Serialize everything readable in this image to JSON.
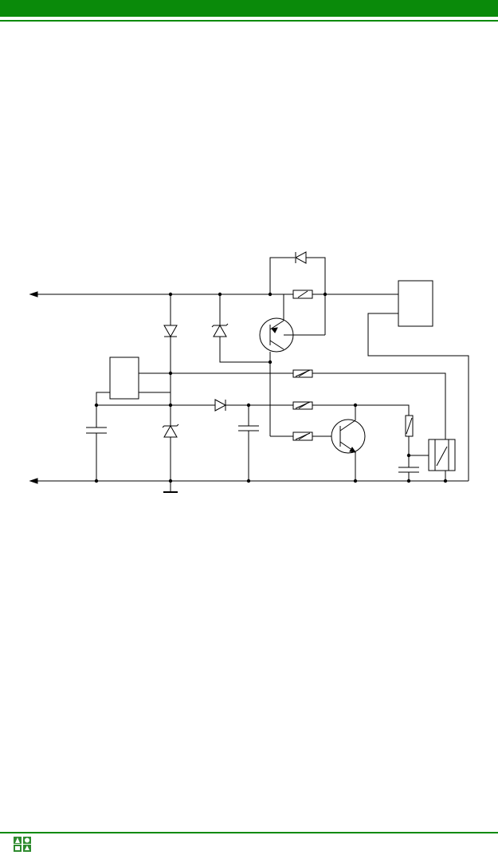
{
  "page": {
    "header_color": "#0a8a0a",
    "background": "#ffffff",
    "logo_icon": "campus-logo-icon"
  },
  "diagram": {
    "kind": "circuit-schematic",
    "components": [
      "power-input-line",
      "ground-line",
      "regulator-block",
      "load-block",
      "relay-block",
      "pnp-transistor",
      "npn-transistor",
      "rectifier-diode",
      "zener-diode",
      "series-diode",
      "feedback-diode",
      "zener-diode-2",
      "shunt-resistor",
      "base-resistor",
      "upper-resistor",
      "lower-resistor",
      "timing-resistor",
      "input-capacitor",
      "filter-capacitor",
      "timing-capacitor",
      "ground-symbol"
    ]
  }
}
